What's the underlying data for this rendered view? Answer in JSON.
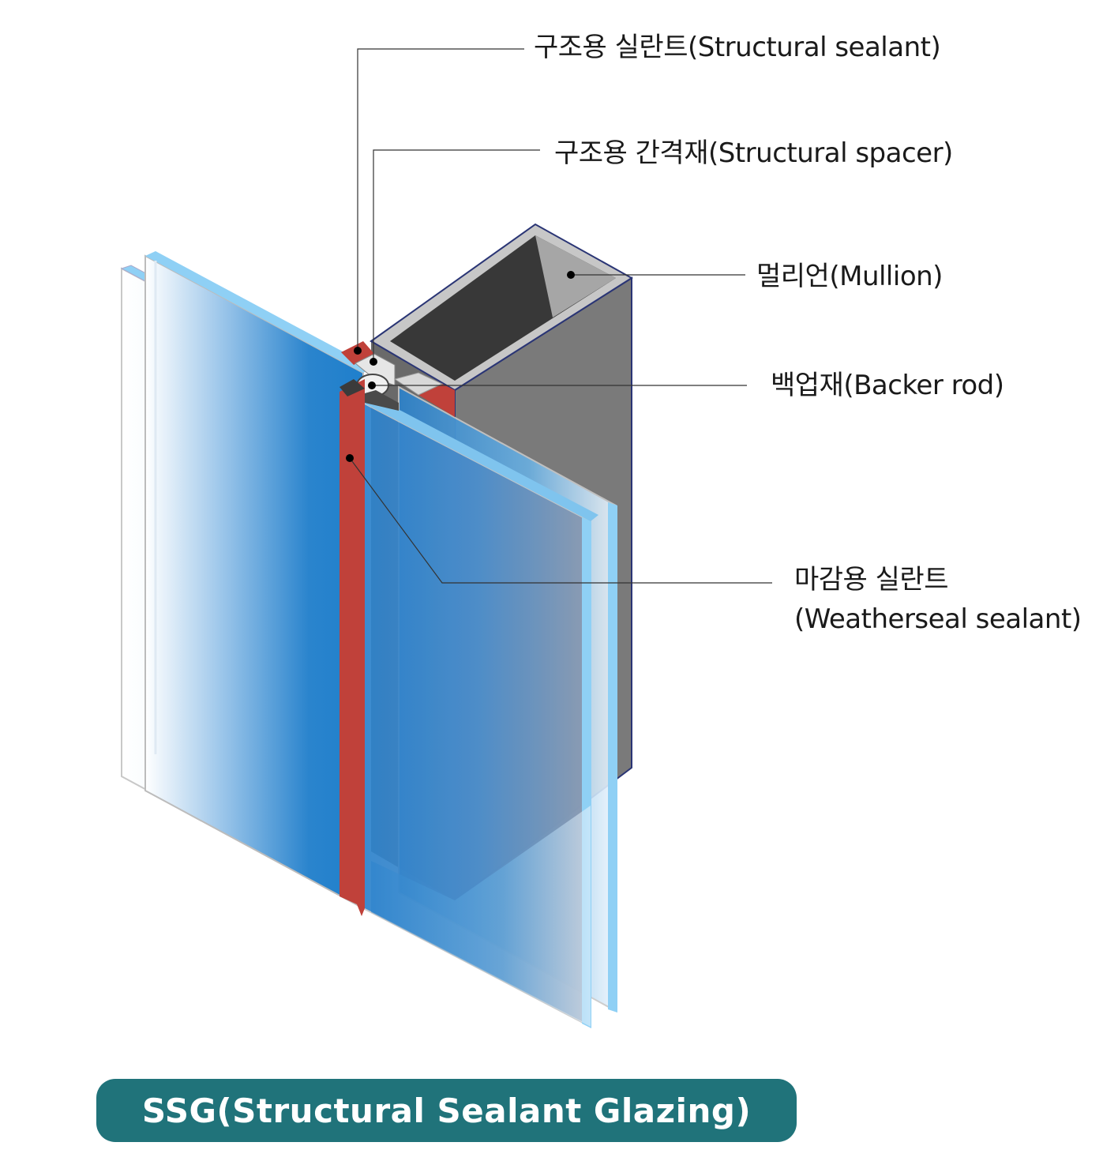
{
  "labels": {
    "structural_sealant": "구조용 실란트(Structural sealant)",
    "structural_spacer": "구조용 간격재(Structural spacer)",
    "mullion": "멀리언(Mullion)",
    "backer_rod": "백업재(Backer rod)",
    "weatherseal_line1": "마감용 실란트",
    "weatherseal_line2": "(Weatherseal sealant)"
  },
  "title": "SSG(Structural Sealant Glazing)",
  "colors": {
    "banner": "#20737a",
    "sealant_red": "#c0413a",
    "glass_blue": "#1f7fcc",
    "glass_edge": "#8fd0f5",
    "mullion_side": "#7a7a7a",
    "mullion_inner": "#383838",
    "mullion_inner_light": "#a6a6a6",
    "outline_navy": "#2a3575"
  }
}
